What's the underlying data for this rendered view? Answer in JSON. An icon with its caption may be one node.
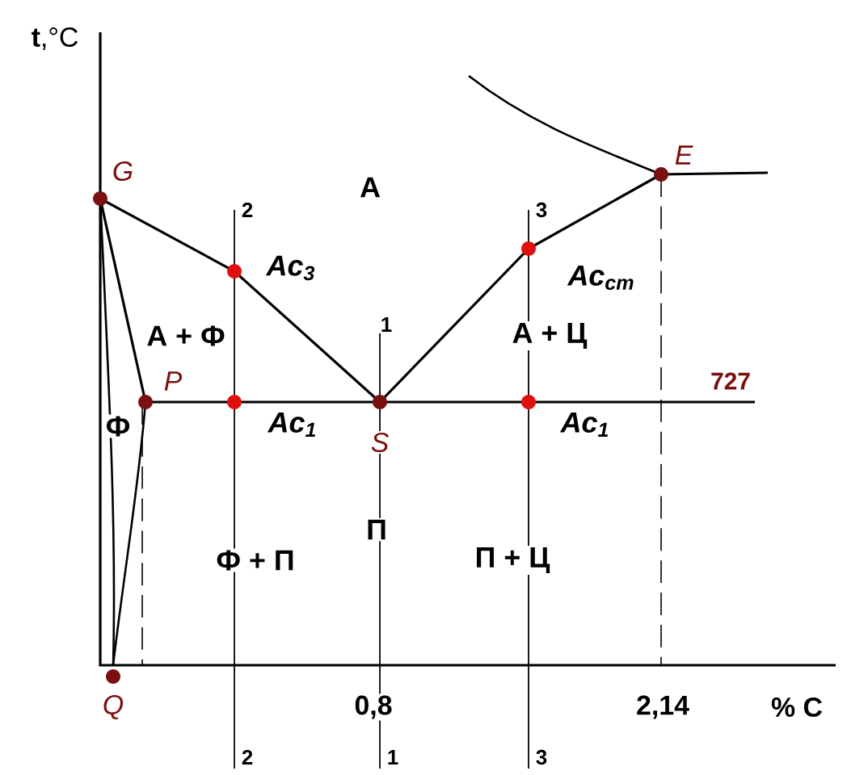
{
  "diagram": {
    "labels": [
      "**t**,°C",
      "G",
      "E",
      "2",
      "А",
      "3",
      "Ac$_{3}$",
      "Ac$_{cm}$",
      "1",
      "А + Ф",
      "А + Ц",
      "P",
      "727",
      "Ф",
      "Ac$_{1}$",
      "S",
      "Ac$_{1}$",
      "П",
      "Ф + П",
      "П + Ц",
      "Q",
      "0,8",
      "2,14",
      "% C",
      "2",
      "1",
      "3"
    ]
  }
}
